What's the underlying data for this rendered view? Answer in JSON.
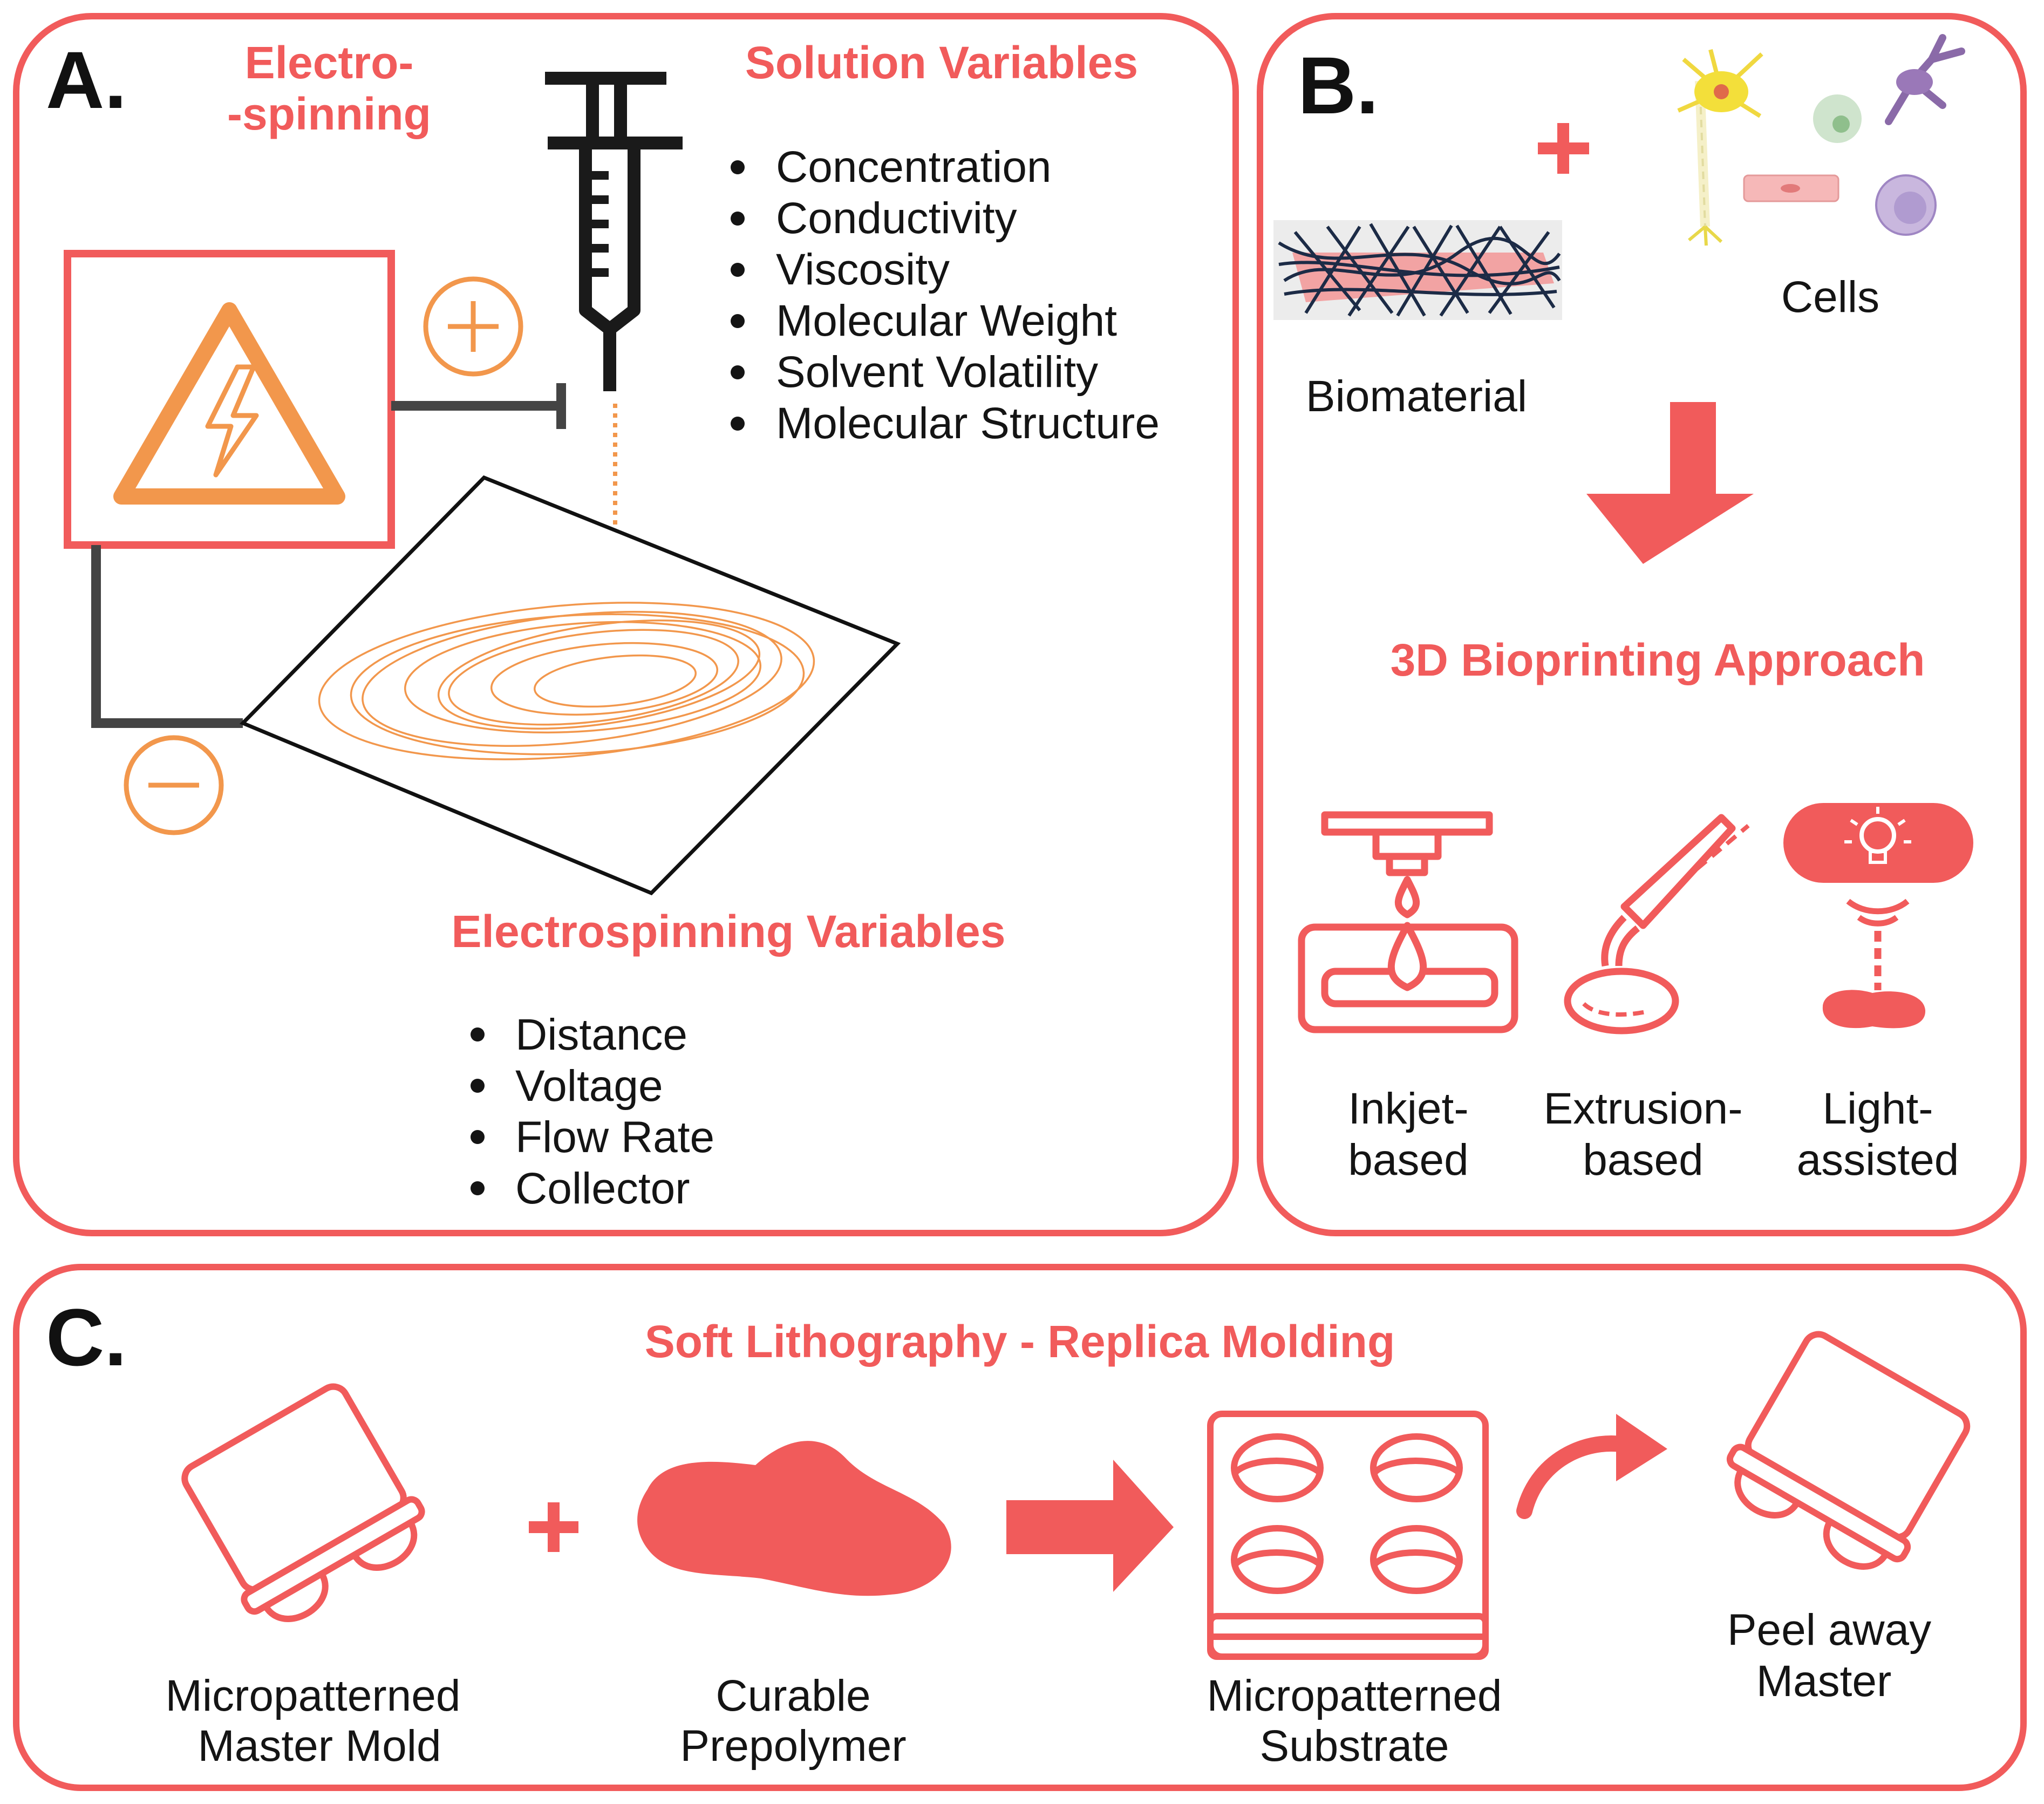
{
  "colors": {
    "accent": "#f15b5b",
    "orange": "#f2974c",
    "dark": "#333333",
    "text": "#141414"
  },
  "panel_a": {
    "letter": "A.",
    "title_line1": "Electro-",
    "title_line2": "-spinning",
    "solution_title": "Solution Variables",
    "solution_items": [
      "Concentration",
      "Conductivity",
      "Viscosity",
      "Molecular Weight",
      "Solvent Volatility",
      "Molecular Structure"
    ],
    "electro_title": "Electrospinning Variables",
    "electro_items": [
      "Distance",
      "Voltage",
      "Flow Rate",
      "Collector"
    ],
    "icons": [
      "high-voltage-warning-icon",
      "syringe-icon",
      "positive-terminal-icon",
      "negative-terminal-icon",
      "collector-plate-icon"
    ]
  },
  "panel_b": {
    "letter": "B.",
    "biomaterial_label": "Biomaterial",
    "cells_label": "Cells",
    "approach_title": "3D Bioprinting Approach",
    "methods": [
      {
        "line1": "Inkjet-",
        "line2": "based"
      },
      {
        "line1": "Extrusion-",
        "line2": "based"
      },
      {
        "line1": "Light-",
        "line2": "assisted"
      }
    ],
    "icons": [
      "fiber-mesh-icon",
      "neuron-icon",
      "cell-icon",
      "down-arrow-icon",
      "inkjet-printer-icon",
      "extrusion-nozzle-icon",
      "light-bulb-icon"
    ]
  },
  "panel_c": {
    "letter": "C.",
    "title": "Soft Lithography - Replica Molding",
    "steps": [
      {
        "line1": "Micropatterned",
        "line2": "Master Mold"
      },
      {
        "line1": "Curable",
        "line2": "Prepolymer"
      },
      {
        "line1": "Micropatterned",
        "line2": "Substrate"
      },
      {
        "line1": "Peel away",
        "line2": "Master"
      }
    ],
    "icons": [
      "master-mold-icon",
      "prepolymer-blob-icon",
      "right-arrow-icon",
      "substrate-wells-icon",
      "curved-arrow-icon",
      "peeled-master-icon"
    ]
  }
}
